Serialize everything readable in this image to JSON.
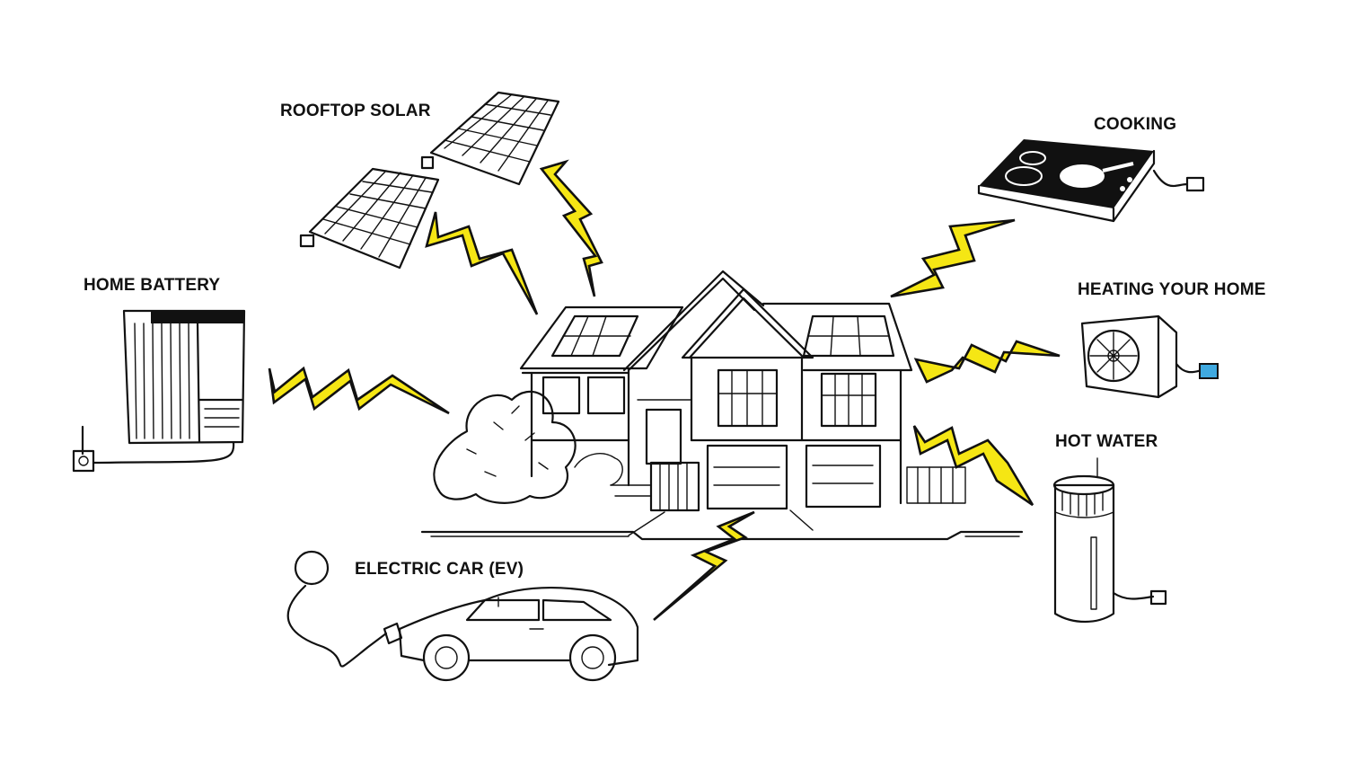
{
  "labels": {
    "rooftop_solar": "ROOFTOP SOLAR",
    "cooking": "COOKING",
    "home_battery": "HOME BATTERY",
    "heating": "HEATING YOUR HOME",
    "hot_water": "HOT WATER",
    "electric_car": "ELECTRIC CAR (EV)"
  },
  "colors": {
    "bolt": "#f5e614",
    "ink": "#111111",
    "outlet_accent": "#3fa9e0",
    "background": "#ffffff"
  },
  "icons": [
    "solar-panel-icon",
    "cooktop-icon",
    "home-battery-icon",
    "heat-pump-icon",
    "water-heater-icon",
    "electric-car-icon",
    "house-icon",
    "lightning-bolt-icon"
  ]
}
